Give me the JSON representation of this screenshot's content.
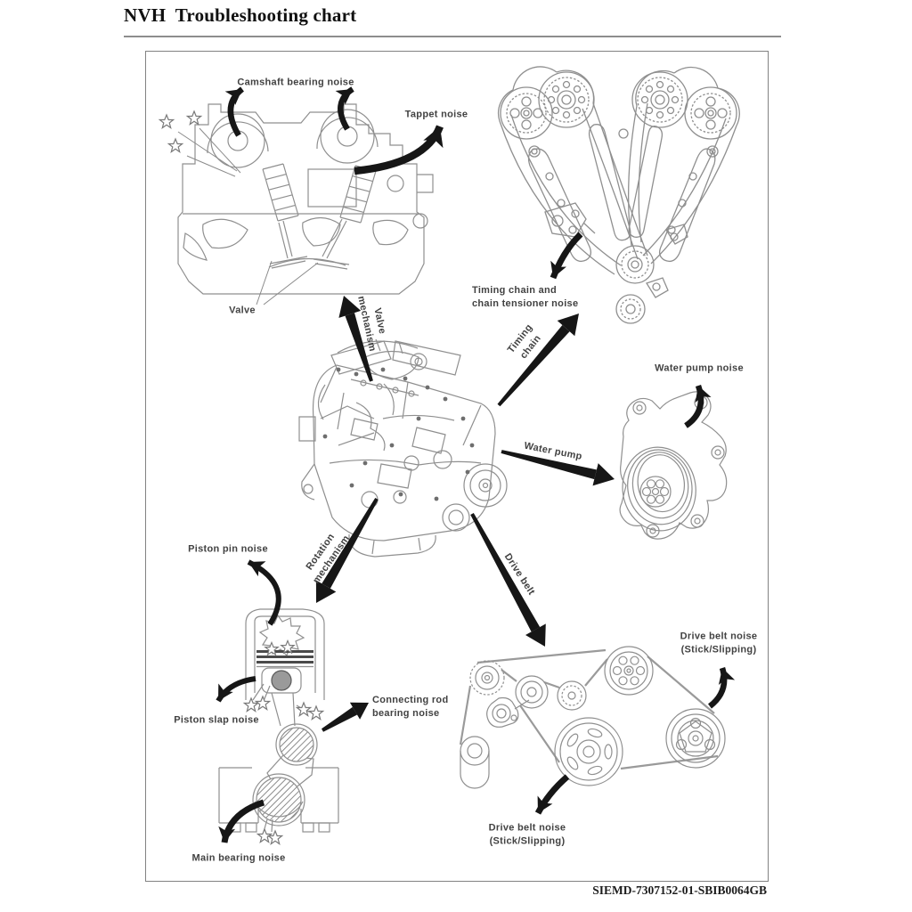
{
  "page": {
    "title": "NVH  Troubleshooting chart",
    "figure_code": "SIEMD-7307152-01-SBIB0064GB"
  },
  "labels": {
    "camshaft_bearing_noise": "Camshaft bearing noise",
    "tappet_noise": "Tappet noise",
    "valve": "Valve",
    "valve_mechanism": "Valve\nmechanism",
    "timing_chain_tensioner_noise": "Timing chain and\nchain tensioner noise",
    "timing_chain": "Timing\nchain",
    "water_pump_noise": "Water pump noise",
    "water_pump": "Water pump",
    "piston_pin_noise": "Piston pin noise",
    "rotation_mechanism": "Rotation\nmechanism",
    "drive_belt": "Drive belt",
    "piston_slap_noise": "Piston slap noise",
    "connecting_rod_bearing_noise": "Connecting rod\nbearing noise",
    "main_bearing_noise": "Main bearing noise",
    "drive_belt_noise_right": "Drive belt noise\n(Stick/Slipping)",
    "drive_belt_noise_bottom": "Drive belt noise\n(Stick/Slipping)"
  },
  "symbols": {
    "noise_marker": "star-outline"
  },
  "colors": {
    "background": "#ffffff",
    "line_art": "#8f8f8f",
    "arrow": "#161616",
    "label_text": "#424242",
    "frame_border": "#828282"
  }
}
